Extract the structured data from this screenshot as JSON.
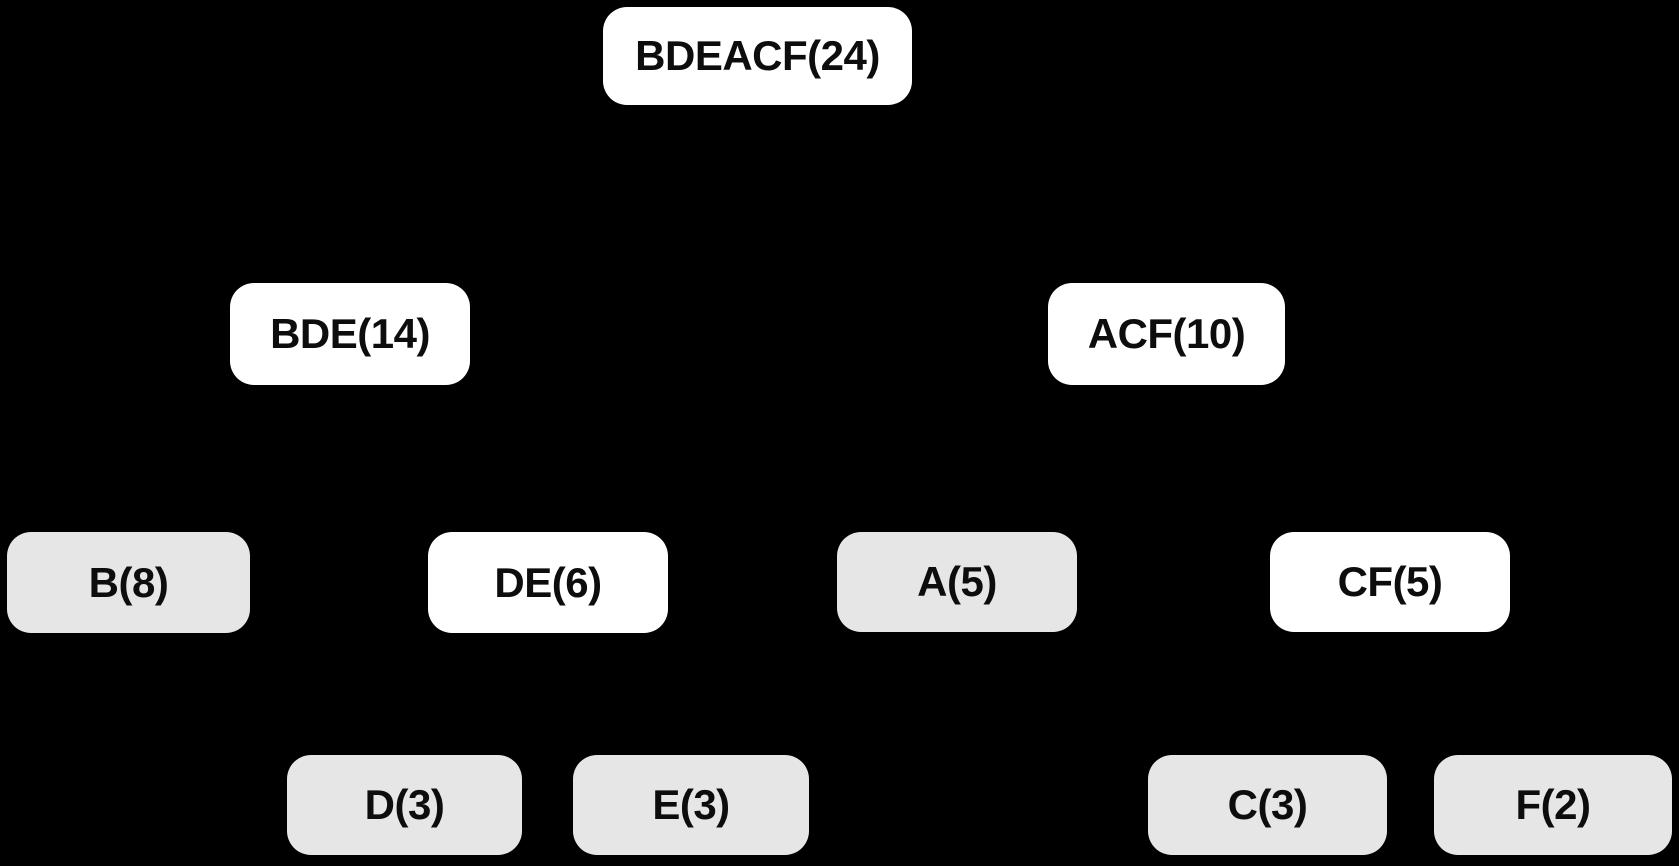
{
  "colors": {
    "background": "#000000",
    "node_internal_fill": "#ffffff",
    "node_leaf_fill": "#e7e6e6",
    "node_text": "#0d0d0d"
  },
  "diagram": {
    "type": "tree",
    "levels": 4,
    "edges_visible": false
  },
  "nodes": [
    {
      "id": "bdeacf",
      "label": "BDEACF(24)",
      "symbols": "BDEACF",
      "weight": 24,
      "fill": "white",
      "level": 1,
      "parent": null
    },
    {
      "id": "bde",
      "label": "BDE(14)",
      "symbols": "BDE",
      "weight": 14,
      "fill": "white",
      "level": 2,
      "parent": "bdeacf"
    },
    {
      "id": "acf",
      "label": "ACF(10)",
      "symbols": "ACF",
      "weight": 10,
      "fill": "white",
      "level": 2,
      "parent": "bdeacf"
    },
    {
      "id": "b",
      "label": "B(8)",
      "symbols": "B",
      "weight": 8,
      "fill": "gray",
      "level": 3,
      "parent": "bde"
    },
    {
      "id": "de",
      "label": "DE(6)",
      "symbols": "DE",
      "weight": 6,
      "fill": "white",
      "level": 3,
      "parent": "bde"
    },
    {
      "id": "a",
      "label": "A(5)",
      "symbols": "A",
      "weight": 5,
      "fill": "gray",
      "level": 3,
      "parent": "acf"
    },
    {
      "id": "cf",
      "label": "CF(5)",
      "symbols": "CF",
      "weight": 5,
      "fill": "white",
      "level": 3,
      "parent": "acf"
    },
    {
      "id": "d",
      "label": "D(3)",
      "symbols": "D",
      "weight": 3,
      "fill": "gray",
      "level": 4,
      "parent": "de"
    },
    {
      "id": "e",
      "label": "E(3)",
      "symbols": "E",
      "weight": 3,
      "fill": "gray",
      "level": 4,
      "parent": "de"
    },
    {
      "id": "c",
      "label": "C(3)",
      "symbols": "C",
      "weight": 3,
      "fill": "gray",
      "level": 4,
      "parent": "cf"
    },
    {
      "id": "f",
      "label": "F(2)",
      "symbols": "F",
      "weight": 2,
      "fill": "gray",
      "level": 4,
      "parent": "cf"
    }
  ]
}
